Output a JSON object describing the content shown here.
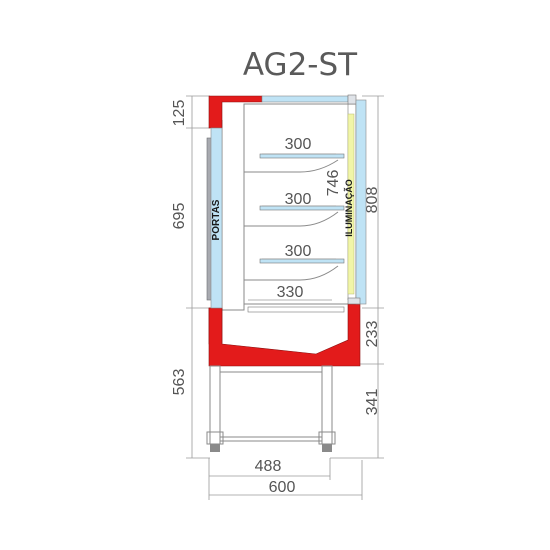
{
  "title": "AG2-ST",
  "dimensions": {
    "left_top": "125",
    "left_mid": "695",
    "left_bottom": "563",
    "right_total": "808",
    "right_shelf_height": "746",
    "right_base": "233",
    "right_legs": "341",
    "shelf_1": "300",
    "shelf_2": "300",
    "shelf_3": "300",
    "bottom_shelf": "330",
    "depth_inner": "488",
    "depth_total": "600"
  },
  "labels": {
    "doors": "PORTAS",
    "lighting": "ILUMINAÇÃO"
  },
  "colors": {
    "body_red": "#e31b1b",
    "glass_blue": "#bfe3f5",
    "door_gray": "#a8aab0",
    "light_yellow": "#f1f5a8"
  }
}
